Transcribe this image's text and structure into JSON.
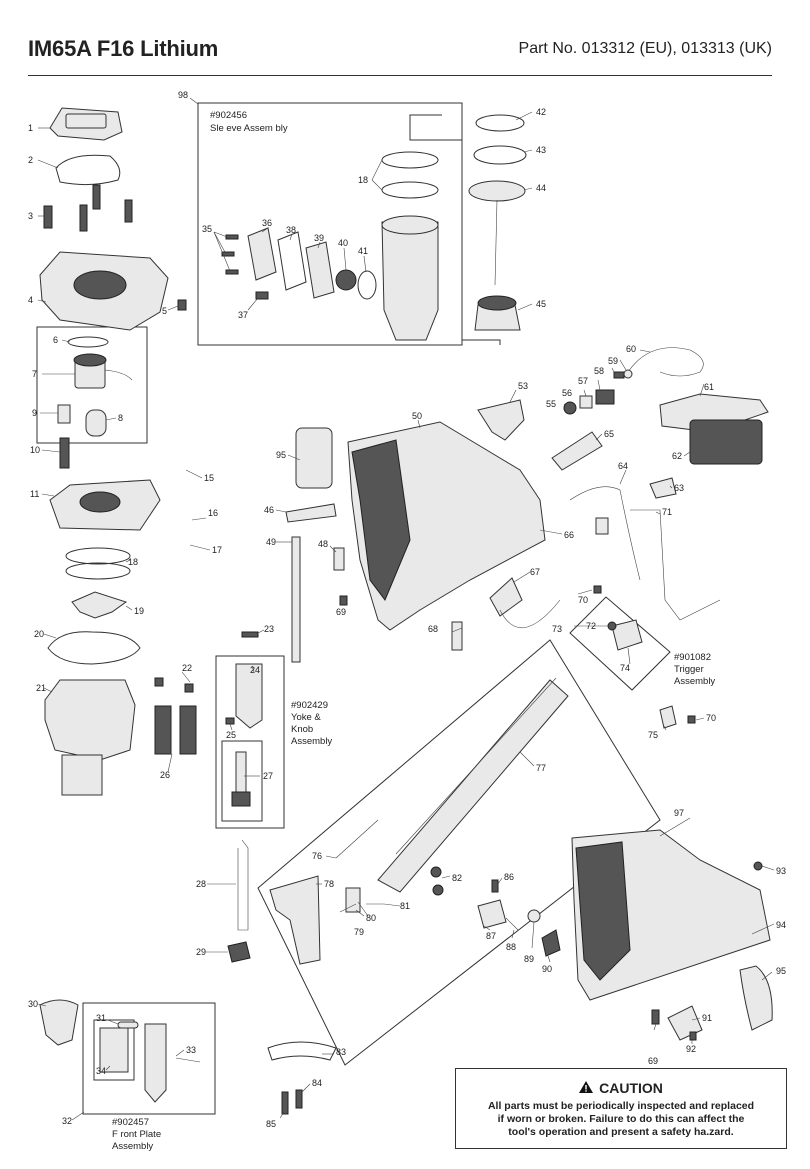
{
  "header": {
    "title": "IM65A F16 Lithium",
    "part_no": "Part No. 013312 (EU), 013313 (UK)"
  },
  "assemblies": {
    "sleeve": {
      "code": "#902456",
      "name": "Sle eve Assem bly"
    },
    "yoke": {
      "code": "#902429",
      "name1": "Yoke &",
      "name2": "Knob",
      "name3": "Assembly"
    },
    "trigger": {
      "code": "#901082",
      "name1": "Trigger",
      "name2": "Assembly"
    },
    "front_plate": {
      "code": "#902457",
      "name1": "F ront Plate",
      "name2": "Assembly"
    }
  },
  "caution": {
    "icon": "warning-triangle-icon",
    "title": "CAUTION",
    "line1": "All parts must be periodically inspected and replaced",
    "line2": "if worn or broken. Failure to do this can affect the",
    "line3": "tool's operation and present a safety ha.zard."
  },
  "callouts": {
    "n1": "1",
    "n2": "2",
    "n3": "3",
    "n4": "4",
    "n5": "5",
    "n6": "6",
    "n7": "7",
    "n8": "8",
    "n9": "9",
    "n10": "10",
    "n11": "11",
    "n15": "15",
    "n16": "16",
    "n17": "17",
    "n18a": "18",
    "n18b": "18",
    "n19": "19",
    "n20": "20",
    "n21": "21",
    "n22": "22",
    "n23": "23",
    "n24": "24",
    "n25": "25",
    "n26": "26",
    "n27": "27",
    "n28": "28",
    "n29": "29",
    "n30": "30",
    "n31": "31",
    "n32": "32",
    "n33": "33",
    "n34": "34",
    "n35": "35",
    "n36": "36",
    "n37": "37",
    "n38": "38",
    "n39": "39",
    "n40": "40",
    "n41": "41",
    "n42": "42",
    "n43": "43",
    "n44": "44",
    "n45": "45",
    "n46": "46",
    "n48": "48",
    "n49": "49",
    "n50": "50",
    "n53": "53",
    "n55": "55",
    "n56": "56",
    "n57": "57",
    "n58": "58",
    "n59": "59",
    "n60": "60",
    "n61": "61",
    "n62": "62",
    "n63": "63",
    "n64": "64",
    "n65": "65",
    "n66": "66",
    "n67": "67",
    "n68": "68",
    "n69a": "69",
    "n69b": "69",
    "n70a": "70",
    "n70b": "70",
    "n71": "71",
    "n72": "72",
    "n73": "73",
    "n74": "74",
    "n75": "75",
    "n76": "76",
    "n77": "77",
    "n78": "78",
    "n79": "79",
    "n80": "80",
    "n81": "81",
    "n82": "82",
    "n83": "83",
    "n84": "84",
    "n85": "85",
    "n86": "86",
    "n87": "87",
    "n88": "88",
    "n89": "89",
    "n90": "90",
    "n91": "91",
    "n92": "92",
    "n93": "93",
    "n94": "94",
    "n95a": "95",
    "n95b": "95",
    "n97": "97",
    "n98": "98"
  }
}
